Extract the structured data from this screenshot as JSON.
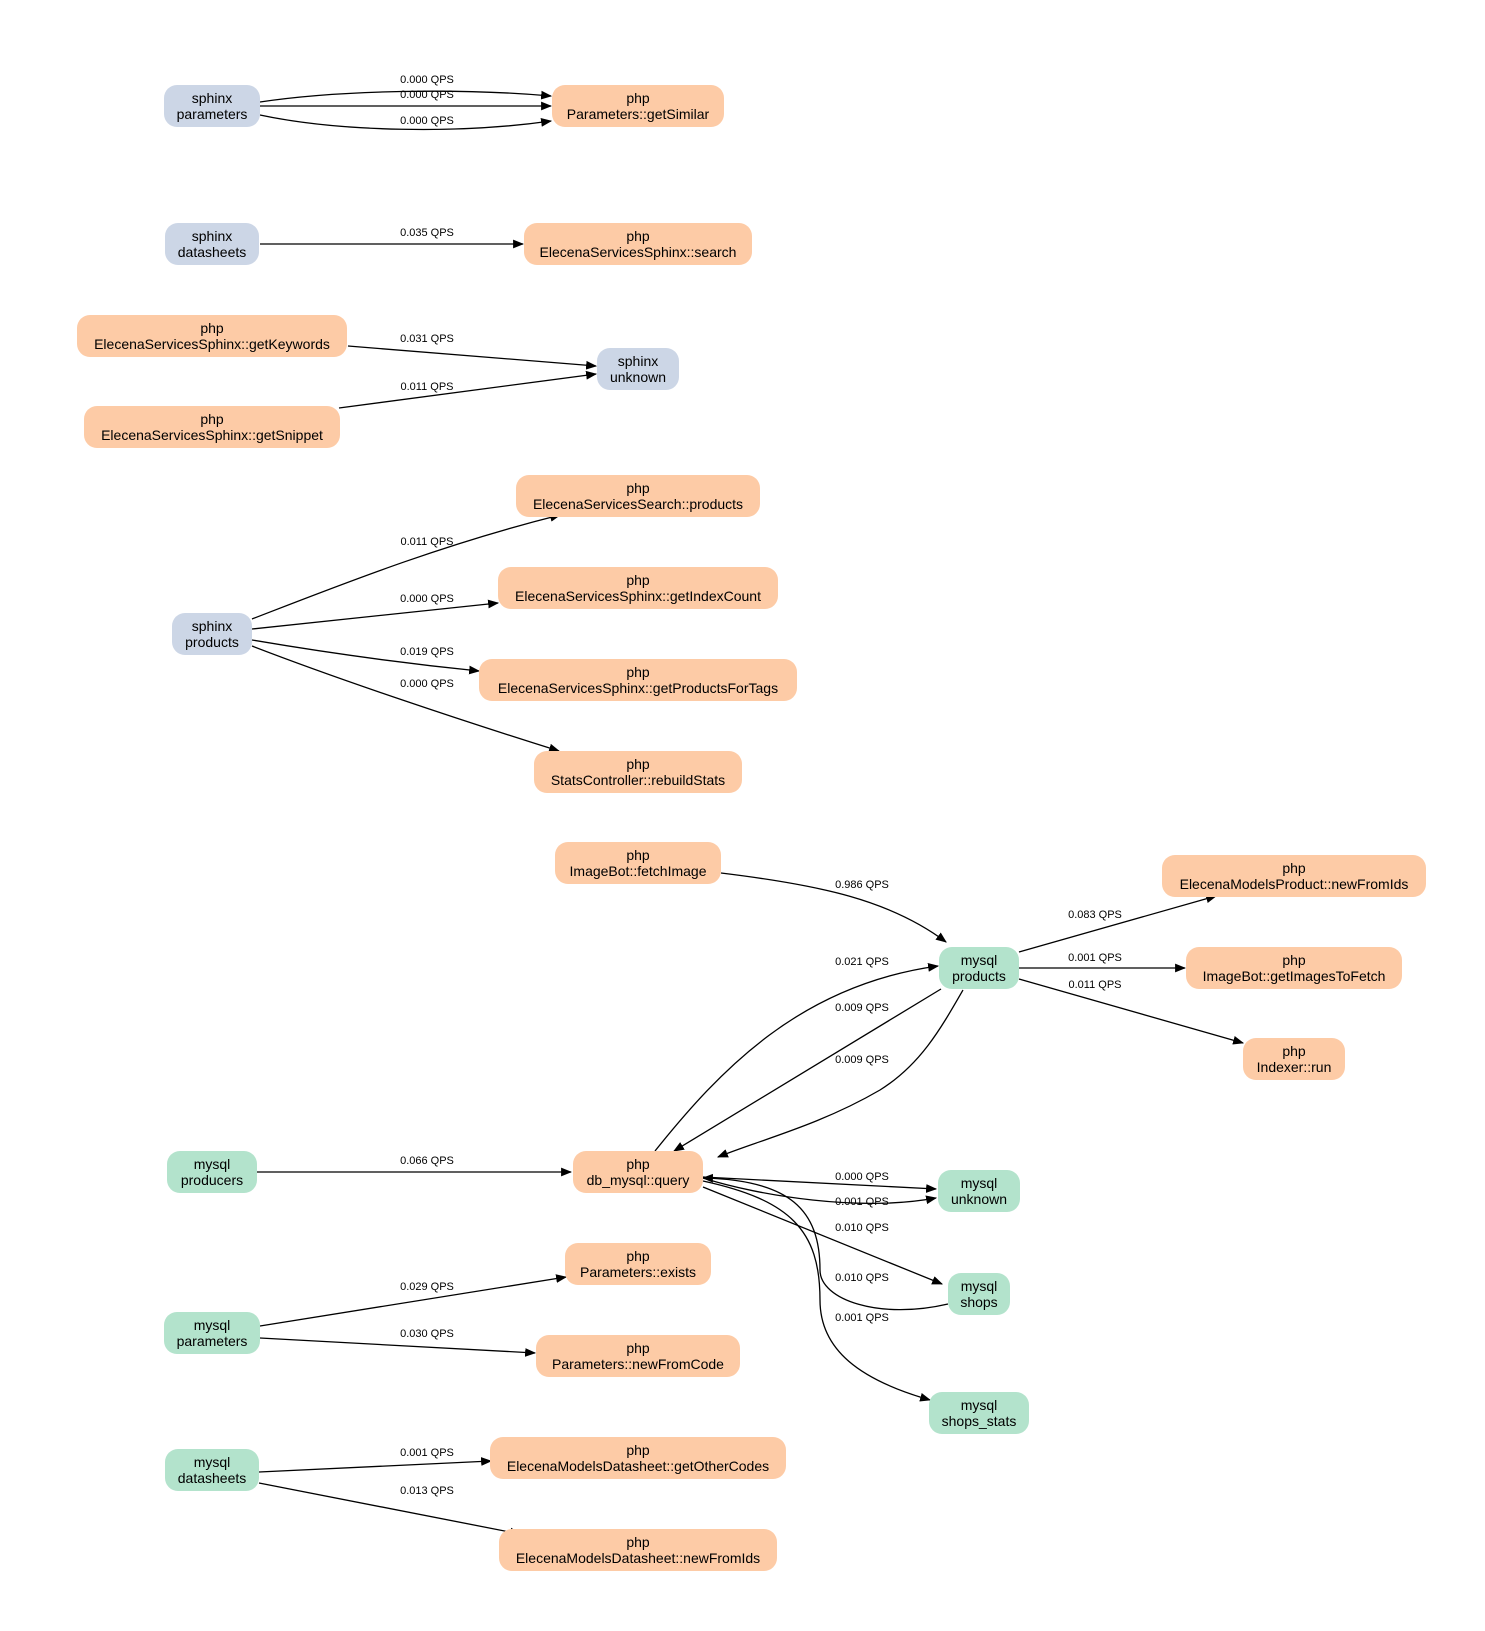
{
  "colors": {
    "sphinx": "#ccd6e6",
    "php": "#fdcba6",
    "mysql": "#b3e3cc"
  },
  "nodes": {
    "sphinx_parameters": {
      "line1": "sphinx",
      "line2": "parameters",
      "kind": "sphinx"
    },
    "php_getSimilar": {
      "line1": "php",
      "line2": "Parameters::getSimilar",
      "kind": "php"
    },
    "sphinx_datasheets": {
      "line1": "sphinx",
      "line2": "datasheets",
      "kind": "sphinx"
    },
    "php_sphinx_search": {
      "line1": "php",
      "line2": "ElecenaServicesSphinx::search",
      "kind": "php"
    },
    "php_getKeywords": {
      "line1": "php",
      "line2": "ElecenaServicesSphinx::getKeywords",
      "kind": "php"
    },
    "sphinx_unknown": {
      "line1": "sphinx",
      "line2": "unknown",
      "kind": "sphinx"
    },
    "php_getSnippet": {
      "line1": "php",
      "line2": "ElecenaServicesSphinx::getSnippet",
      "kind": "php"
    },
    "php_search_products": {
      "line1": "php",
      "line2": "ElecenaServicesSearch::products",
      "kind": "php"
    },
    "php_getIndexCount": {
      "line1": "php",
      "line2": "ElecenaServicesSphinx::getIndexCount",
      "kind": "php"
    },
    "sphinx_products": {
      "line1": "sphinx",
      "line2": "products",
      "kind": "sphinx"
    },
    "php_getProductsForTags": {
      "line1": "php",
      "line2": "ElecenaServicesSphinx::getProductsForTags",
      "kind": "php"
    },
    "php_rebuildStats": {
      "line1": "php",
      "line2": "StatsController::rebuildStats",
      "kind": "php"
    },
    "php_fetchImage": {
      "line1": "php",
      "line2": "ImageBot::fetchImage",
      "kind": "php"
    },
    "php_newFromIds_product": {
      "line1": "php",
      "line2": "ElecenaModelsProduct::newFromIds",
      "kind": "php"
    },
    "mysql_products": {
      "line1": "mysql",
      "line2": "products",
      "kind": "mysql"
    },
    "php_getImagesToFetch": {
      "line1": "php",
      "line2": "ImageBot::getImagesToFetch",
      "kind": "php"
    },
    "php_indexer_run": {
      "line1": "php",
      "line2": "Indexer::run",
      "kind": "php"
    },
    "mysql_producers": {
      "line1": "mysql",
      "line2": "producers",
      "kind": "mysql"
    },
    "php_db_query": {
      "line1": "php",
      "line2": "db_mysql::query",
      "kind": "php"
    },
    "mysql_unknown": {
      "line1": "mysql",
      "line2": "unknown",
      "kind": "mysql"
    },
    "php_parameters_exists": {
      "line1": "php",
      "line2": "Parameters::exists",
      "kind": "php"
    },
    "mysql_shops": {
      "line1": "mysql",
      "line2": "shops",
      "kind": "mysql"
    },
    "mysql_parameters": {
      "line1": "mysql",
      "line2": "parameters",
      "kind": "mysql"
    },
    "php_newFromCode": {
      "line1": "php",
      "line2": "Parameters::newFromCode",
      "kind": "php"
    },
    "mysql_shops_stats": {
      "line1": "mysql",
      "line2": "shops_stats",
      "kind": "mysql"
    },
    "mysql_datasheets": {
      "line1": "mysql",
      "line2": "datasheets",
      "kind": "mysql"
    },
    "php_getOtherCodes": {
      "line1": "php",
      "line2": "ElecenaModelsDatasheet::getOtherCodes",
      "kind": "php"
    },
    "php_newFromIds_datasheet": {
      "line1": "php",
      "line2": "ElecenaModelsDatasheet::newFromIds",
      "kind": "php"
    }
  },
  "edges": [
    {
      "from": "sphinx_parameters",
      "to": "php_getSimilar",
      "label": "0.000 QPS"
    },
    {
      "from": "sphinx_parameters",
      "to": "php_getSimilar",
      "label": "0.000 QPS"
    },
    {
      "from": "sphinx_parameters",
      "to": "php_getSimilar",
      "label": "0.000 QPS"
    },
    {
      "from": "sphinx_datasheets",
      "to": "php_sphinx_search",
      "label": "0.035 QPS"
    },
    {
      "from": "php_getKeywords",
      "to": "sphinx_unknown",
      "label": "0.031 QPS"
    },
    {
      "from": "php_getSnippet",
      "to": "sphinx_unknown",
      "label": "0.011 QPS"
    },
    {
      "from": "sphinx_products",
      "to": "php_search_products",
      "label": "0.011 QPS"
    },
    {
      "from": "sphinx_products",
      "to": "php_getIndexCount",
      "label": "0.000 QPS"
    },
    {
      "from": "sphinx_products",
      "to": "php_getProductsForTags",
      "label": "0.019 QPS"
    },
    {
      "from": "sphinx_products",
      "to": "php_rebuildStats",
      "label": "0.000 QPS"
    },
    {
      "from": "php_fetchImage",
      "to": "mysql_products",
      "label": "0.986 QPS"
    },
    {
      "from": "mysql_products",
      "to": "php_newFromIds_product",
      "label": "0.083 QPS"
    },
    {
      "from": "mysql_products",
      "to": "php_getImagesToFetch",
      "label": "0.001 QPS"
    },
    {
      "from": "mysql_products",
      "to": "php_indexer_run",
      "label": "0.011 QPS"
    },
    {
      "from": "php_db_query",
      "to": "mysql_products",
      "label": "0.021 QPS"
    },
    {
      "from": "mysql_products",
      "to": "php_db_query",
      "label": "0.009 QPS"
    },
    {
      "from": "mysql_products",
      "to": "php_db_query",
      "label": "0.009 QPS"
    },
    {
      "from": "mysql_producers",
      "to": "php_db_query",
      "label": "0.066 QPS"
    },
    {
      "from": "php_db_query",
      "to": "mysql_unknown",
      "label": "0.000 QPS"
    },
    {
      "from": "php_db_query",
      "to": "mysql_unknown",
      "label": "0.001 QPS"
    },
    {
      "from": "php_db_query",
      "to": "mysql_shops",
      "label": "0.010 QPS"
    },
    {
      "from": "mysql_shops",
      "to": "php_db_query",
      "label": "0.010 QPS"
    },
    {
      "from": "php_db_query",
      "to": "mysql_shops_stats",
      "label": "0.001 QPS"
    },
    {
      "from": "mysql_parameters",
      "to": "php_parameters_exists",
      "label": "0.029 QPS"
    },
    {
      "from": "mysql_parameters",
      "to": "php_newFromCode",
      "label": "0.030 QPS"
    },
    {
      "from": "mysql_datasheets",
      "to": "php_getOtherCodes",
      "label": "0.001 QPS"
    },
    {
      "from": "mysql_datasheets",
      "to": "php_newFromIds_datasheet",
      "label": "0.013 QPS"
    }
  ]
}
